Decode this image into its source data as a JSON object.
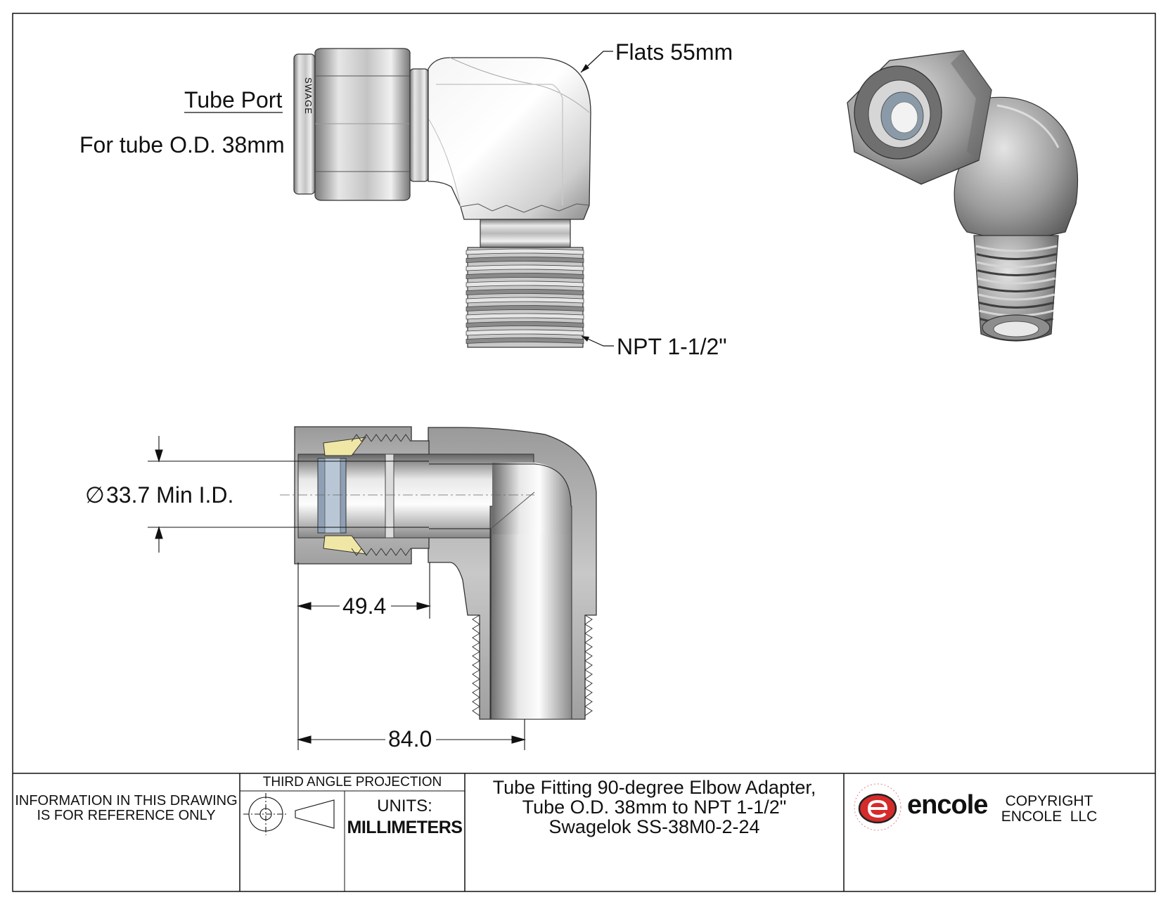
{
  "drawing": {
    "callouts": {
      "tube_port_title": "Tube Port",
      "tube_port_note": "For tube O.D. 38mm",
      "flats": "Flats 55mm",
      "thread": "NPT 1-1/2\""
    },
    "dimensions": {
      "min_id_symbol": "∅",
      "min_id": "33.7 Min I.D.",
      "depth": "49.4",
      "length": "84.0"
    },
    "part_marking": "SWAGE"
  },
  "title_block": {
    "disclaimer_line1": "INFORMATION IN THIS DRAWING",
    "disclaimer_line2": "IS FOR REFERENCE ONLY",
    "projection": "THIRD ANGLE PROJECTION",
    "units_label": "UNITS:",
    "units_value": "MILLIMETERS",
    "title_line1": "Tube Fitting 90-degree Elbow Adapter,",
    "title_line2": "Tube O.D. 38mm to NPT 1-1/2\"",
    "title_line3": "Swagelok SS-38M0-2-24",
    "brand": "encole",
    "copyright_line1": "COPYRIGHT",
    "copyright_line2": "ENCOLE  LLC"
  },
  "colors": {
    "line": "#111111",
    "metal_dark": "#8a8a8a",
    "metal_light": "#eeeeee",
    "brand_red": "#d62b2b"
  }
}
